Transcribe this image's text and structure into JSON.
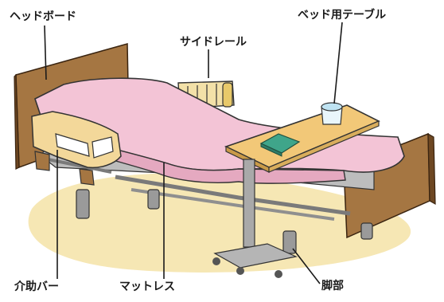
{
  "labels": {
    "headboard": "ヘッドボード",
    "side_rail": "サイドレール",
    "bed_table": "ベッド用テーブル",
    "assist_bar": "介助バー",
    "mattress": "マットレス",
    "legs": "脚部"
  },
  "colors": {
    "floor_shadow": "#f6e7b4",
    "board_brown": "#a57642",
    "board_edge": "#6d4722",
    "mattress_pink": "#f3c4d6",
    "mattress_shadow": "#e5a9c0",
    "frame_tan": "#f3d89a",
    "frame_gray": "#8f8f8f",
    "table_top": "#f2c878",
    "leg_gray": "#9a9a9a"
  }
}
